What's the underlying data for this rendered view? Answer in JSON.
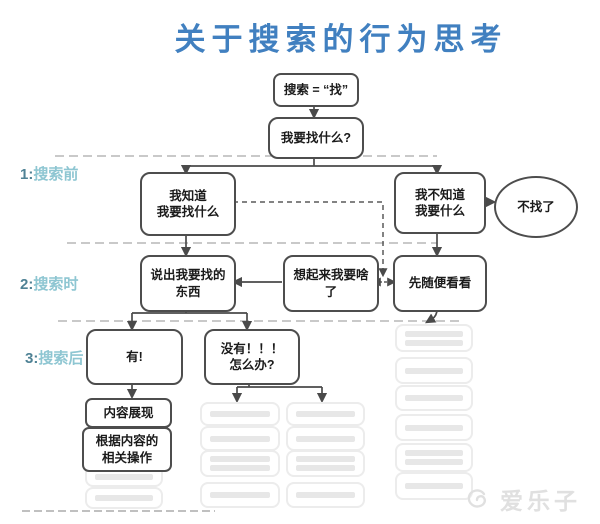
{
  "title": "关于搜索的行为思考",
  "sections": {
    "s1": {
      "num": "1:",
      "label": "搜索前"
    },
    "s2": {
      "num": "2:",
      "label": "搜索时"
    },
    "s3": {
      "num": "3:",
      "label": "搜索后"
    }
  },
  "nodes": {
    "search_def": "搜索 = “找”",
    "what_to_find": "我要找什么?",
    "know_what": "我知道\n我要找什么",
    "dont_know": "我不知道\n我要什么",
    "give_up": "不找了",
    "say_it": "说出我要找的\n东西",
    "remember": "想起来我要啥\n了",
    "browse": "先随便看看",
    "found": "有!",
    "not_found": "没有！！！\n怎么办?",
    "content_display": "内容展现",
    "related_ops": "根据内容的\n相关操作"
  },
  "watermark": "爱乐子",
  "colors": {
    "title_blue": "#4180c0",
    "section_teal": "#8ec6d2",
    "line_gray": "#4a4a4a"
  }
}
